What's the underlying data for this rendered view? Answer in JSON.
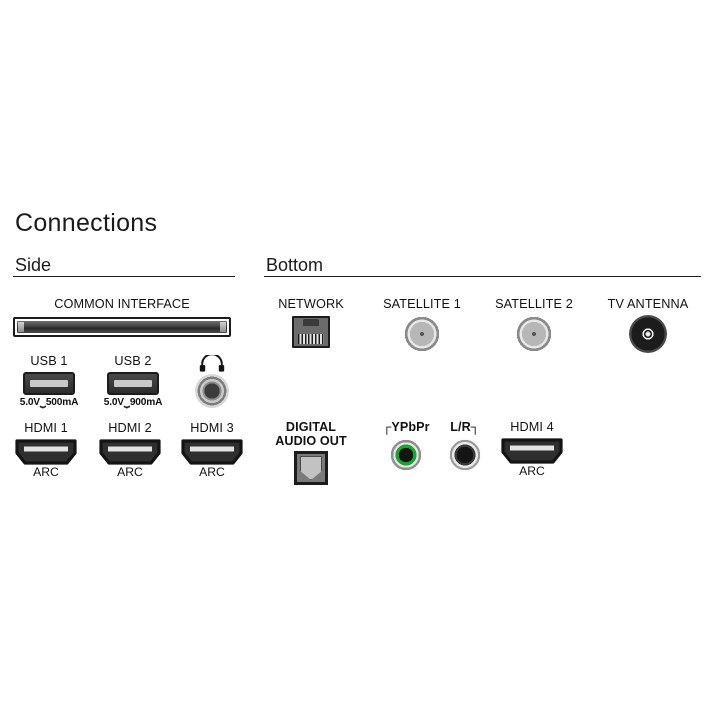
{
  "title": "Connections",
  "sections": [
    {
      "id": "side",
      "heading": "Side"
    },
    {
      "id": "bottom",
      "heading": "Bottom"
    }
  ],
  "side": {
    "common_interface": {
      "label": "COMMON INTERFACE",
      "icon": "ci-slot-icon"
    },
    "usb": [
      {
        "label": "USB 1",
        "power": "5.0V⏟500mA",
        "icon": "usb-port-icon"
      },
      {
        "label": "USB 2",
        "power": "5.0V⏟900mA",
        "icon": "usb-port-icon"
      }
    ],
    "headphone": {
      "icon": "headphones-icon",
      "jack": "headphone-jack-icon"
    },
    "hdmi": [
      {
        "label": "HDMI 1",
        "sub": "ARC",
        "icon": "hdmi-port-icon"
      },
      {
        "label": "HDMI 2",
        "sub": "ARC",
        "icon": "hdmi-port-icon"
      },
      {
        "label": "HDMI 3",
        "sub": "ARC",
        "icon": "hdmi-port-icon"
      }
    ]
  },
  "bottom": {
    "row1": [
      {
        "label": "NETWORK",
        "icon": "rj45-network-icon"
      },
      {
        "label": "SATELLITE 1",
        "icon": "coax-satellite-icon"
      },
      {
        "label": "SATELLITE 2",
        "icon": "coax-satellite-icon"
      },
      {
        "label": "TV ANTENNA",
        "icon": "coax-antenna-icon"
      }
    ],
    "row2": [
      {
        "label_line1": "DIGITAL",
        "label_line2": "AUDIO OUT",
        "icon": "optical-toslink-icon"
      },
      {
        "label": "┌YPbPr",
        "icon": "rca-green-icon"
      },
      {
        "label": "L/R┐",
        "icon": "rca-black-icon"
      },
      {
        "label": "HDMI 4",
        "sub": "ARC",
        "icon": "hdmi-port-icon"
      }
    ]
  },
  "colors": {
    "background": "#ffffff",
    "text": "#111111",
    "rule": "#1e1e1e",
    "accent_green": "#19a531",
    "metal_dark": "#2d2d2d",
    "metal_light": "#c9c9c9"
  }
}
